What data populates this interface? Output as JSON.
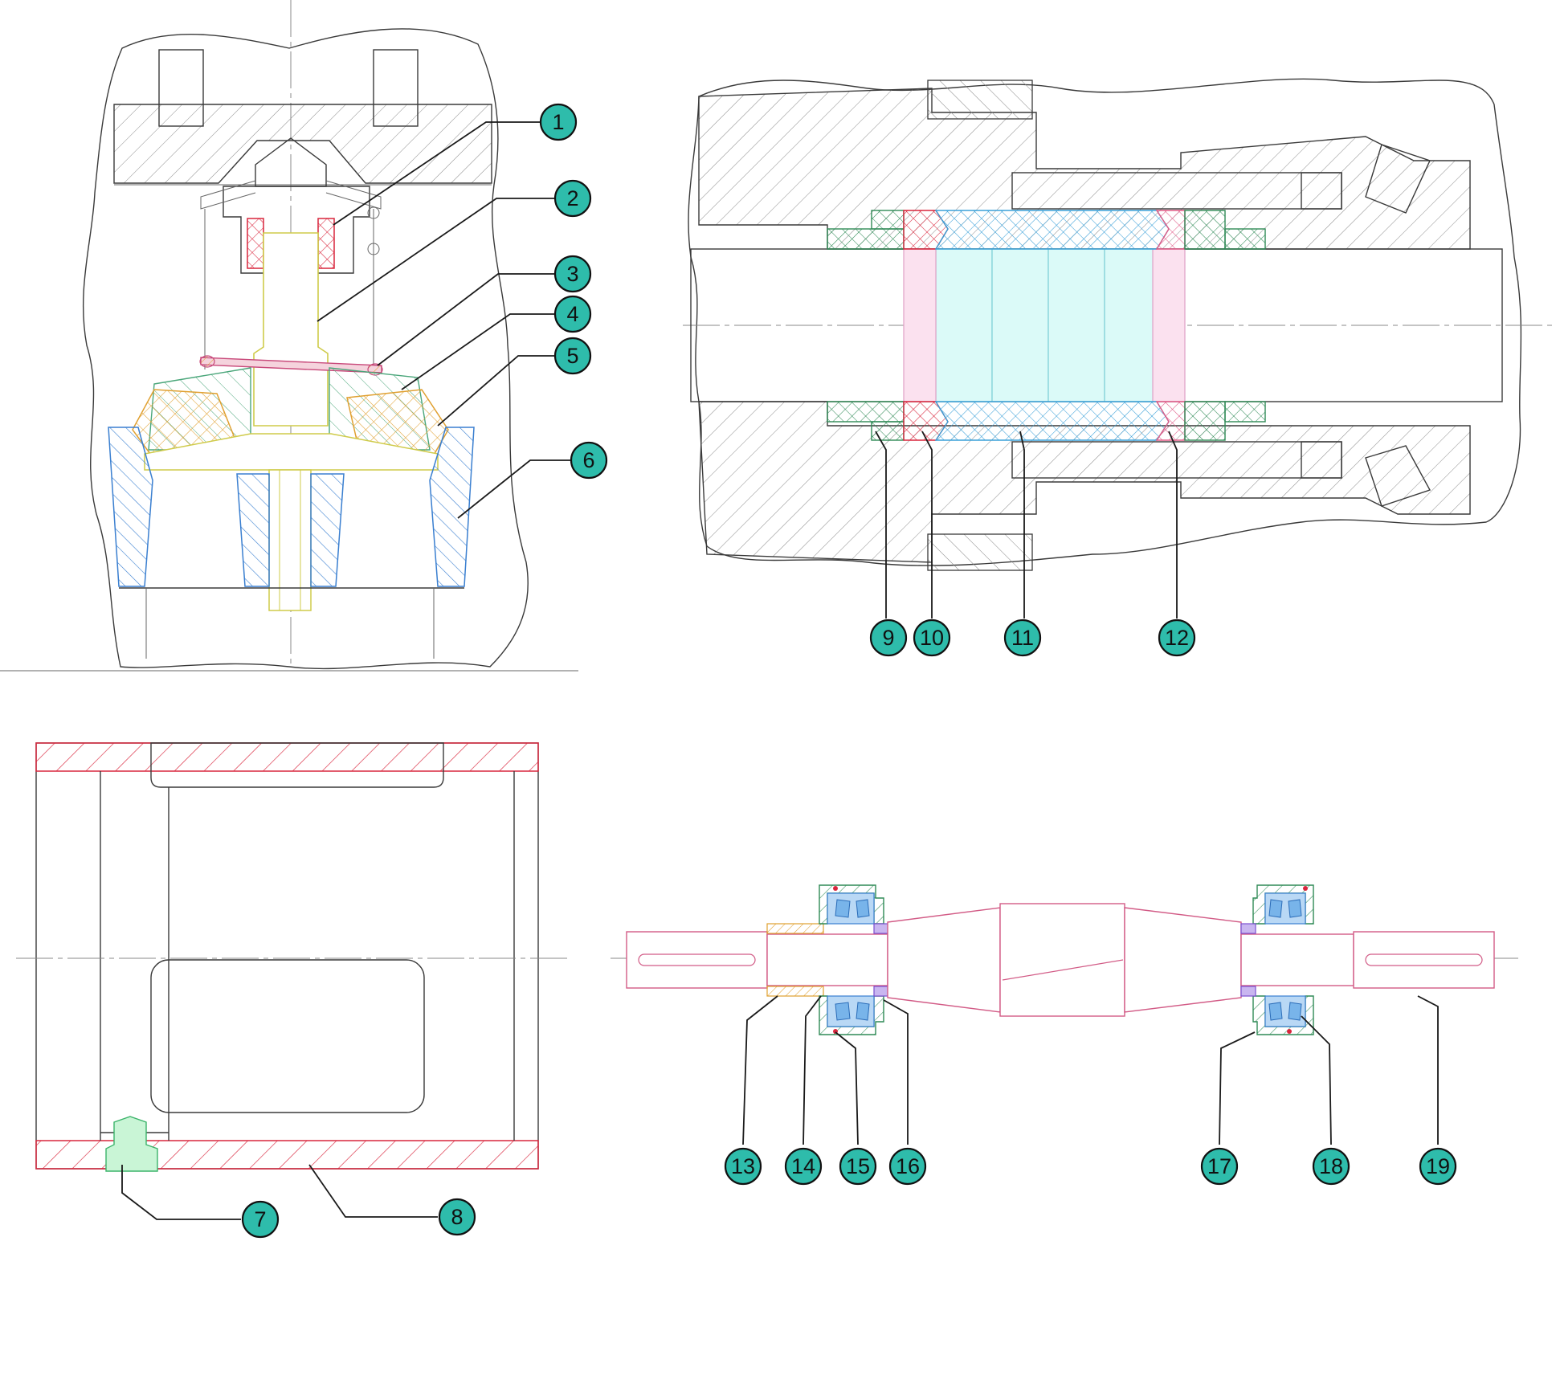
{
  "colors": {
    "callout_fill": "#2ebcab",
    "callout_stroke": "#111111",
    "outline": "#3a3a3a",
    "red_part": "#d9263d",
    "pink_part": "#e05b86",
    "blue_part": "#3aa0d8",
    "green_part": "#2f8a56",
    "orange_part": "#e0a030",
    "yellow_part": "#d7d46a",
    "light_green_part": "#9ee8b2",
    "purple_part": "#7b4fd0"
  },
  "views": [
    {
      "id": "valve-section",
      "callouts": [
        "1",
        "2",
        "3",
        "4",
        "5",
        "6"
      ]
    },
    {
      "id": "packing-section",
      "callouts": [
        "9",
        "10",
        "11",
        "12"
      ]
    },
    {
      "id": "housing-section",
      "callouts": [
        "7",
        "8"
      ]
    },
    {
      "id": "shaft-assembly",
      "callouts": [
        "13",
        "14",
        "15",
        "16",
        "17",
        "18",
        "19"
      ]
    }
  ],
  "callouts": [
    {
      "id": "c1",
      "label": "1"
    },
    {
      "id": "c2",
      "label": "2"
    },
    {
      "id": "c3",
      "label": "3"
    },
    {
      "id": "c4",
      "label": "4"
    },
    {
      "id": "c5",
      "label": "5"
    },
    {
      "id": "c6",
      "label": "6"
    },
    {
      "id": "c7",
      "label": "7"
    },
    {
      "id": "c8",
      "label": "8"
    },
    {
      "id": "c9",
      "label": "9"
    },
    {
      "id": "c10",
      "label": "10"
    },
    {
      "id": "c11",
      "label": "11"
    },
    {
      "id": "c12",
      "label": "12"
    },
    {
      "id": "c13",
      "label": "13"
    },
    {
      "id": "c14",
      "label": "14"
    },
    {
      "id": "c15",
      "label": "15"
    },
    {
      "id": "c16",
      "label": "16"
    },
    {
      "id": "c17",
      "label": "17"
    },
    {
      "id": "c18",
      "label": "18"
    },
    {
      "id": "c19",
      "label": "19"
    }
  ]
}
